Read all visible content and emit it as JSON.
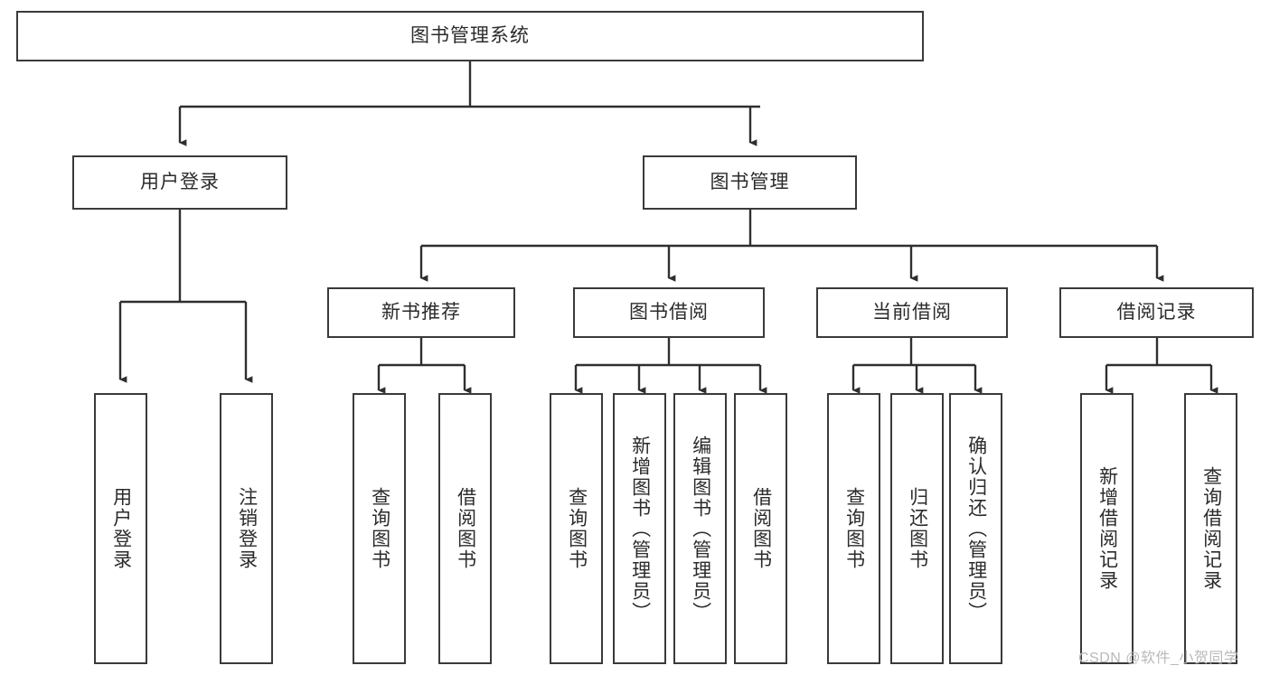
{
  "diagram": {
    "title_node": {
      "label": "图书管理系统"
    },
    "level2": [
      {
        "id": "user-login",
        "label": "用户登录"
      },
      {
        "id": "book-manage",
        "label": "图书管理"
      }
    ],
    "level3": [
      {
        "id": "new-book-recommend",
        "label": "新书推荐"
      },
      {
        "id": "book-borrow",
        "label": "图书借阅"
      },
      {
        "id": "current-borrow",
        "label": "当前借阅"
      },
      {
        "id": "borrow-record",
        "label": "借阅记录"
      }
    ],
    "leaves": [
      {
        "id": "leaf-user-login",
        "label": "用户登录"
      },
      {
        "id": "leaf-user-logout",
        "label": "注销登录"
      },
      {
        "id": "leaf-query-book-1",
        "label": "查询图书"
      },
      {
        "id": "leaf-borrow-book-1",
        "label": "借阅图书"
      },
      {
        "id": "leaf-query-book-2",
        "label": "查询图书"
      },
      {
        "id": "leaf-add-book-admin",
        "label": "新增图书（管理员）"
      },
      {
        "id": "leaf-edit-book-admin",
        "label": "编辑图书（管理员）"
      },
      {
        "id": "leaf-borrow-book-2",
        "label": "借阅图书"
      },
      {
        "id": "leaf-query-book-3",
        "label": "查询图书"
      },
      {
        "id": "leaf-return-book",
        "label": "归还图书"
      },
      {
        "id": "leaf-confirm-return-admin",
        "label": "确认归还（管理员）"
      },
      {
        "id": "leaf-add-borrow-record",
        "label": "新增借阅记录"
      },
      {
        "id": "leaf-query-borrow-record",
        "label": "查询借阅记录"
      }
    ],
    "watermark": {
      "text": "CSDN @软件_小贺同学"
    },
    "colors": {
      "stroke": "#3a3a3a",
      "text": "#2b2b2b",
      "background": "#ffffff",
      "watermark": "#b9b9b9"
    }
  }
}
